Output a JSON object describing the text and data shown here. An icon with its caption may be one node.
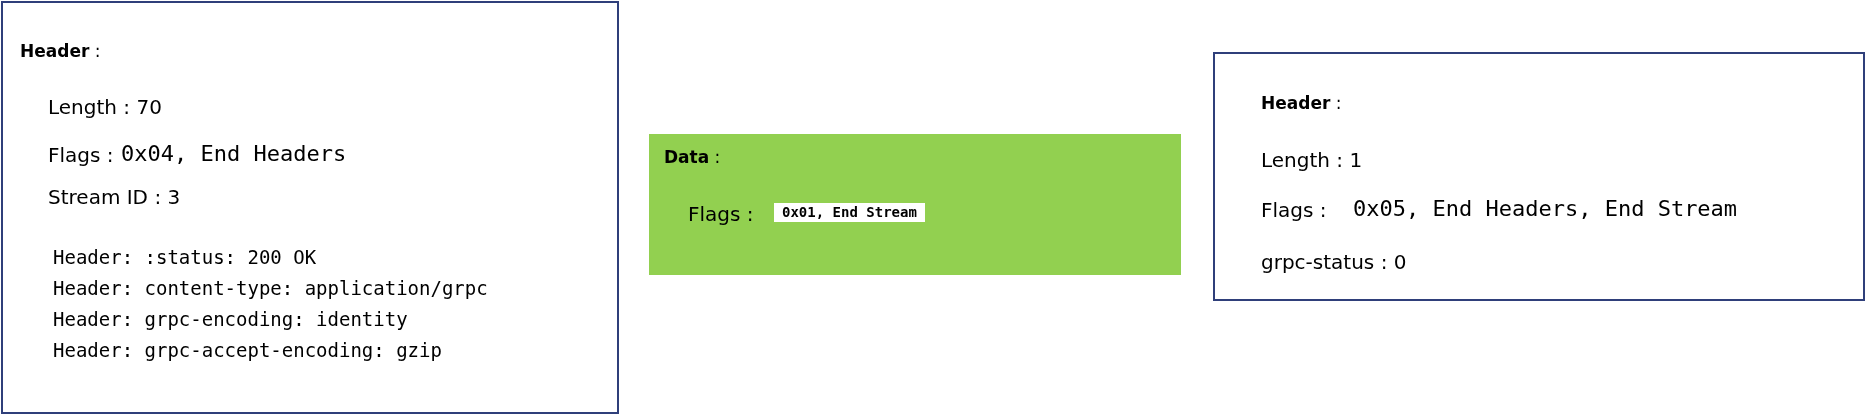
{
  "diagram": {
    "nodes": [
      {
        "text": [
          "**Header** :",
          "Length : 70",
          "Flags :",
          "0x04, End Headers",
          "Stream ID : 3",
          "Header: :status: 200 OK",
          "Header: content-type: application/grpc",
          "Header: grpc-encoding: identity",
          "Header: grpc-accept-encoding: gzip"
        ]
      },
      {
        "text": [
          "**Data** :",
          "Flags :",
          "0x01, End Stream"
        ]
      },
      {
        "text": [
          "**Header** :",
          "Length : 1",
          "Flags :",
          "0x05, End Headers, End Stream",
          "grpc-status : 0"
        ]
      }
    ]
  }
}
